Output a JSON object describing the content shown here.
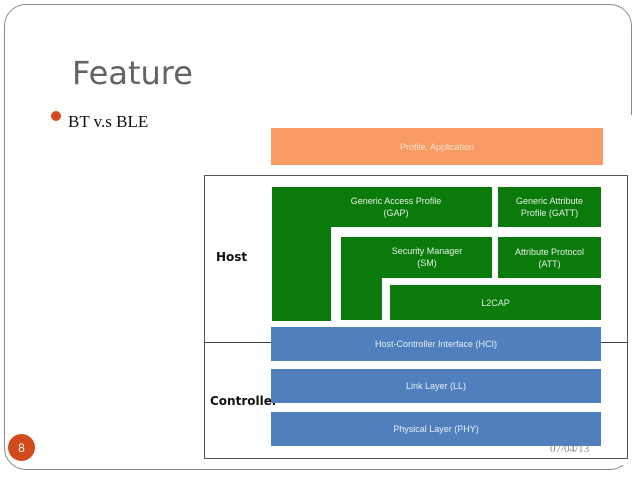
{
  "slide": {
    "title": "Feature",
    "bullet": "BT v.s BLE",
    "page_number": "8",
    "date": "07/04/13"
  },
  "diagram": {
    "host_label": "Host",
    "controller_label": "Controller",
    "profile": "Profile, Application",
    "gap": [
      "Generic Access Profile",
      "(GAP)"
    ],
    "gatt": [
      "Generic Attribute",
      "Profile (GATT)"
    ],
    "sm": [
      "Security Manager",
      "(SM)"
    ],
    "att": [
      "Attribute Protocol",
      "(ATT)"
    ],
    "l2cap": "L2CAP",
    "hci": "Host-Controller Interface (HCI)",
    "ll": "Link Layer (LL)",
    "phy": "Physical Layer (PHY)",
    "colors": {
      "profile": "#f79a63",
      "host_block": "#0a7a0a",
      "controller_block": "#4f80bd",
      "accent": "#d04a1c"
    }
  }
}
